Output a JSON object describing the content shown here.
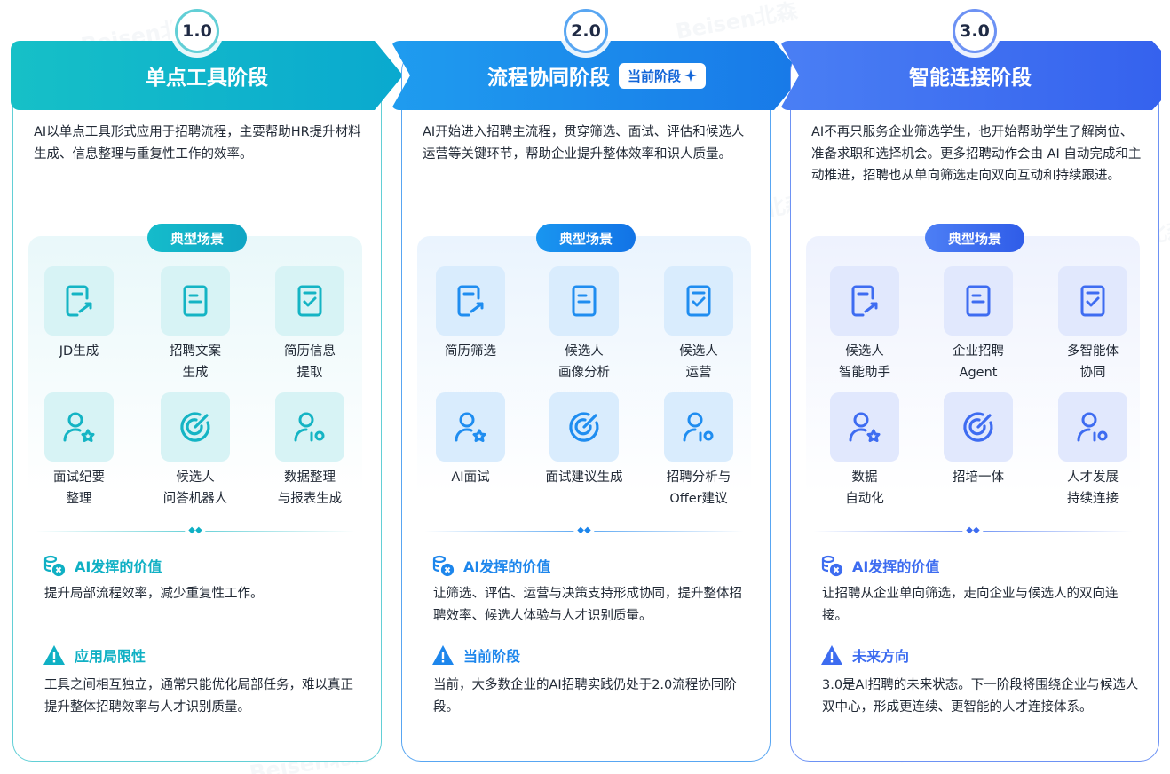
{
  "watermark": "Beisen北森",
  "stages": [
    {
      "number": "1.0",
      "title": "单点工具阶段",
      "current_tag": "",
      "description": "AI以单点工具形式应用于招聘流程，主要帮助HR提升材料生成、信息整理与重复性工作的效率。",
      "scenarios_label": "典型场景",
      "scenarios": [
        {
          "line1": "JD生成",
          "line2": ""
        },
        {
          "line1": "招聘文案",
          "line2": "生成"
        },
        {
          "line1": "简历信息",
          "line2": "提取"
        },
        {
          "line1": "面试纪要",
          "line2": "整理"
        },
        {
          "line1": "候选人",
          "line2": "问答机器人"
        },
        {
          "line1": "数据整理",
          "line2": "与报表生成"
        }
      ],
      "value_title": "AI发挥的价值",
      "value_text": "提升局部流程效率，减少重复性工作。",
      "note_title": "应用局限性",
      "note_text": "工具之间相互独立，通常只能优化局部任务，难以真正提升整体招聘效率与人才识别质量。"
    },
    {
      "number": "2.0",
      "title": "流程协同阶段",
      "current_tag": "当前阶段",
      "description": "AI开始进入招聘主流程，贯穿筛选、面试、评估和候选人运营等关键环节，帮助企业提升整体效率和识人质量。",
      "scenarios_label": "典型场景",
      "scenarios": [
        {
          "line1": "简历筛选",
          "line2": ""
        },
        {
          "line1": "候选人",
          "line2": "画像分析"
        },
        {
          "line1": "候选人",
          "line2": "运营"
        },
        {
          "line1": "AI面试",
          "line2": ""
        },
        {
          "line1": "面试建议生成",
          "line2": ""
        },
        {
          "line1": "招聘分析与",
          "line2": "Offer建议"
        }
      ],
      "value_title": "AI发挥的价值",
      "value_text": "让筛选、评估、运营与决策支持形成协同，提升整体招聘效率、候选人体验与人才识别质量。",
      "note_title": "当前阶段",
      "note_text": "当前，大多数企业的AI招聘实践仍处于2.0流程协同阶段。"
    },
    {
      "number": "3.0",
      "title": "智能连接阶段",
      "current_tag": "",
      "description": "AI不再只服务企业筛选学生，也开始帮助学生了解岗位、准备求职和选择机会。更多招聘动作会由 AI 自动完成和主动推进，招聘也从单向筛选走向双向互动和持续跟进。",
      "scenarios_label": "典型场景",
      "scenarios": [
        {
          "line1": "候选人",
          "line2": "智能助手"
        },
        {
          "line1": "企业招聘",
          "line2": "Agent"
        },
        {
          "line1": "多智能体",
          "line2": "协同"
        },
        {
          "line1": "数据",
          "line2": "自动化"
        },
        {
          "line1": "招培一体",
          "line2": ""
        },
        {
          "line1": "人才发展",
          "line2": "持续连接"
        }
      ],
      "value_title": "AI发挥的价值",
      "value_text": "让招聘从企业单向筛选，走向企业与候选人的双向连接。",
      "note_title": "未来方向",
      "note_text": "3.0是AI招聘的未来状态。下一阶段将围绕企业与候选人双中心，形成更连续、更智能的人才连接体系。"
    }
  ],
  "icons": [
    "doc-edit-icon",
    "doc-lines-icon",
    "doc-check-icon",
    "user-star-icon",
    "target-icon",
    "user-gear-icon",
    "coins-icon",
    "warning-icon",
    "sparkle-icon",
    "diamond-divider-icon"
  ]
}
